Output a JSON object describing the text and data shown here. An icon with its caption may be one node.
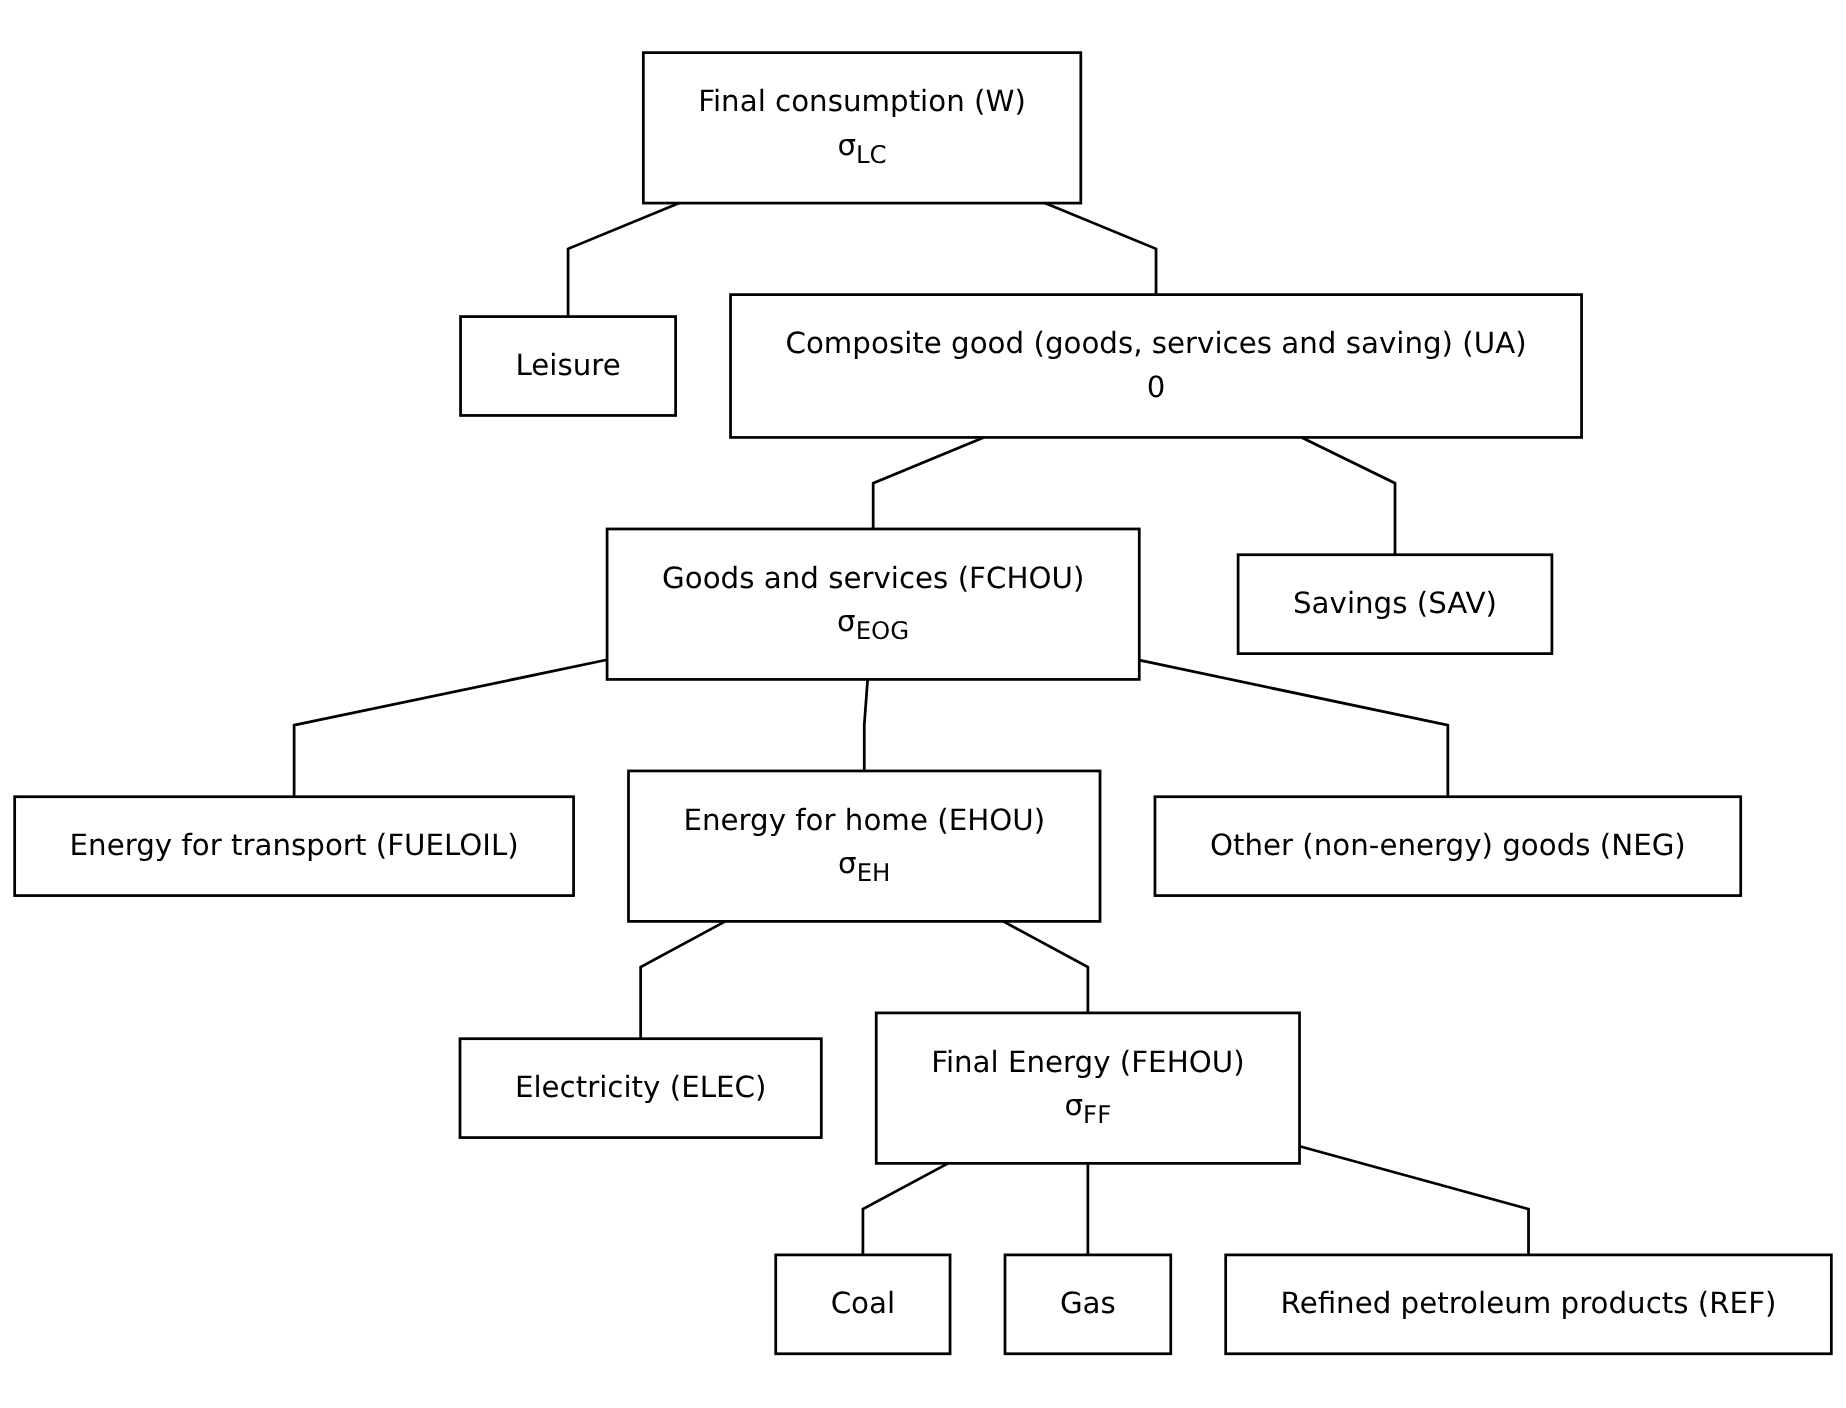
{
  "diagram": {
    "nodes": [
      {
        "text": [
          "Final consumption (W)",
          "σ$_{LC}$"
        ]
      },
      {
        "text": [
          "Leisure"
        ]
      },
      {
        "text": [
          "Composite good (goods, services and saving) (UA)",
          "0"
        ]
      },
      {
        "text": [
          "Goods and services (FCHOU)",
          "σ$_{EOG}$"
        ]
      },
      {
        "text": [
          "Savings (SAV)"
        ]
      },
      {
        "text": [
          "Energy for transport (FUELOIL)"
        ]
      },
      {
        "text": [
          "Energy for home (EHOU)",
          "σ$_{EH}$"
        ]
      },
      {
        "text": [
          "Other (non-energy) goods (NEG)"
        ]
      },
      {
        "text": [
          "Electricity (ELEC)"
        ]
      },
      {
        "text": [
          "Final Energy (FEHOU)",
          "σ$_{FF}$"
        ]
      },
      {
        "text": [
          "Coal"
        ]
      },
      {
        "text": [
          "Gas"
        ]
      },
      {
        "text": [
          "Refined petroleum products (REF)"
        ]
      }
    ],
    "edges": [
      {
        "from": 0,
        "to": 1,
        "arrow": "none"
      },
      {
        "from": 0,
        "to": 2,
        "arrow": "none"
      },
      {
        "from": 2,
        "to": 3,
        "arrow": "none"
      },
      {
        "from": 2,
        "to": 4,
        "arrow": "none"
      },
      {
        "from": 3,
        "to": 5,
        "arrow": "none"
      },
      {
        "from": 3,
        "to": 6,
        "arrow": "none"
      },
      {
        "from": 3,
        "to": 7,
        "arrow": "none"
      },
      {
        "from": 6,
        "to": 8,
        "arrow": "none"
      },
      {
        "from": 6,
        "to": 9,
        "arrow": "none"
      },
      {
        "from": 9,
        "to": 10,
        "arrow": "none"
      },
      {
        "from": 9,
        "to": 11,
        "arrow": "none"
      },
      {
        "from": 9,
        "to": 12,
        "arrow": "none"
      }
    ]
  }
}
